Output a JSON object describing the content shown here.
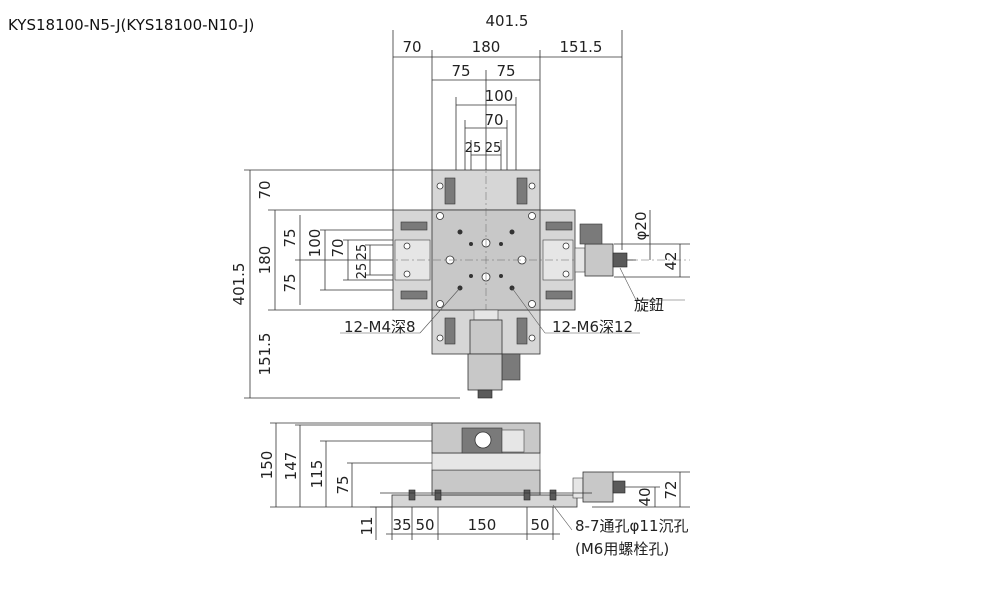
{
  "title": "KYS18100-N5-J(KYS18100-N10-J)",
  "top_dims": {
    "overall": "401.5",
    "d70": "70",
    "d180": "180",
    "d151_5": "151.5",
    "d75a": "75",
    "d75b": "75",
    "d100": "100",
    "d70b": "70",
    "d25a": "25",
    "d25b": "25"
  },
  "left_dims": {
    "overall": "401.5",
    "d70": "70",
    "d180": "180",
    "d151_5": "151.5",
    "d75a": "75",
    "d75b": "75",
    "d100": "100",
    "d70b": "70",
    "d25a": "25",
    "d25b": "25"
  },
  "right_dims": {
    "phi20": "φ20",
    "d42": "42"
  },
  "callouts": {
    "knob": "旋鈕",
    "m4": "12-M4深8",
    "m6": "12-M6深12"
  },
  "side_dims": {
    "d150": "150",
    "d147": "147",
    "d115": "115",
    "d75": "75",
    "d11": "11",
    "d35": "35",
    "d50a": "50",
    "d150b": "150",
    "d50b": "50",
    "d40": "40",
    "d72": "72"
  },
  "side_callouts": {
    "holes": "8-7通孔φ11沉孔",
    "bolts": "(M6用螺栓孔)"
  }
}
